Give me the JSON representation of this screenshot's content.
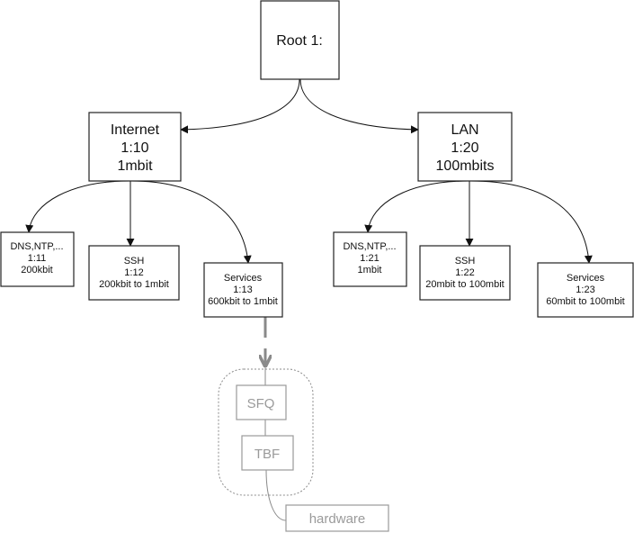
{
  "title": "HTB class hierarchy",
  "nodes": {
    "root": {
      "lines": [
        "Root 1:"
      ]
    },
    "internet": {
      "lines": [
        "Internet",
        "1:10",
        "1mbit"
      ]
    },
    "lan": {
      "lines": [
        "LAN",
        "1:20",
        "100mbits"
      ]
    },
    "internet_dns": {
      "lines": [
        "DNS,NTP,...",
        "1:11",
        "200kbit"
      ]
    },
    "internet_ssh": {
      "lines": [
        "SSH",
        "1:12",
        "200kbit to 1mbit"
      ]
    },
    "internet_services": {
      "lines": [
        "Services",
        "1:13",
        "600kbit to 1mbit"
      ]
    },
    "lan_dns": {
      "lines": [
        "DNS,NTP,...",
        "1:21",
        "1mbit"
      ]
    },
    "lan_ssh": {
      "lines": [
        "SSH",
        "1:22",
        "20mbit to 100mbit"
      ]
    },
    "lan_services": {
      "lines": [
        "Services",
        "1:23",
        "60mbit to 100mbit"
      ]
    },
    "sfq": {
      "lines": [
        "SFQ"
      ]
    },
    "tbf": {
      "lines": [
        "TBF"
      ]
    },
    "hardware": {
      "lines": [
        "hardware"
      ]
    }
  },
  "edges": [
    {
      "from": "root",
      "to": "internet"
    },
    {
      "from": "root",
      "to": "lan"
    },
    {
      "from": "internet",
      "to": "internet_dns"
    },
    {
      "from": "internet",
      "to": "internet_ssh"
    },
    {
      "from": "internet",
      "to": "internet_services"
    },
    {
      "from": "lan",
      "to": "lan_dns"
    },
    {
      "from": "lan",
      "to": "lan_ssh"
    },
    {
      "from": "lan",
      "to": "lan_services"
    },
    {
      "from": "internet_services",
      "to": "sfq"
    },
    {
      "from": "sfq",
      "to": "tbf"
    },
    {
      "from": "tbf",
      "to": "hardware"
    }
  ],
  "colors": {
    "line": "#111111",
    "muted": "#8a8a8a"
  }
}
